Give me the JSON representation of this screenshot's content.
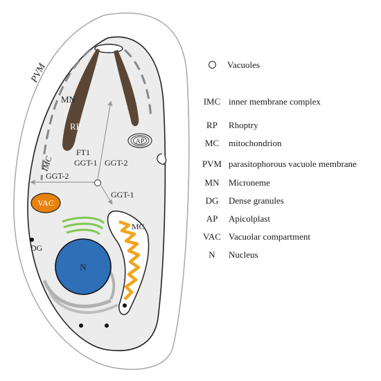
{
  "diagram": {
    "labels": {
      "pvm": "PVM",
      "mn": "MN",
      "rp": "RP",
      "imc": "IMC",
      "ft1": "FT1",
      "ggt1_top": "GGT-1",
      "ggt2_top": "GGT-2",
      "ggt2_left": "GGT-2",
      "ggt1_right": "GGT-1",
      "ap": "AP",
      "vac": "VAC",
      "mc": "MC",
      "dg": "DG",
      "n": "N"
    },
    "colors": {
      "outer_membrane": "#9a9a9a",
      "cell_fill": "#ececec",
      "rhoptry": "#5b4636",
      "vac": "#e8820c",
      "nucleus": "#2f6fb8",
      "golgi": "#7ec850",
      "mitochondrion": "#f0a51c",
      "dense_granule": "#111111",
      "arrow": "#9a9a9a"
    }
  },
  "legend": {
    "vacuoles": "Vacuoles",
    "items": [
      {
        "abbr": "IMC",
        "desc": "inner membrane complex"
      },
      {
        "abbr": "RP",
        "desc": "Rhoptry"
      },
      {
        "abbr": "MC",
        "desc": "mitochondrion"
      },
      {
        "abbr": "PVM",
        "desc": "parasitophorous vacuole membrane"
      },
      {
        "abbr": "MN",
        "desc": "Microneme"
      },
      {
        "abbr": "DG",
        "desc": "Dense granules"
      },
      {
        "abbr": "AP",
        "desc": "Apicolplast"
      },
      {
        "abbr": "VAC",
        "desc": "Vacuolar compartment"
      },
      {
        "abbr": "N",
        "desc": "Nucleus"
      }
    ]
  }
}
